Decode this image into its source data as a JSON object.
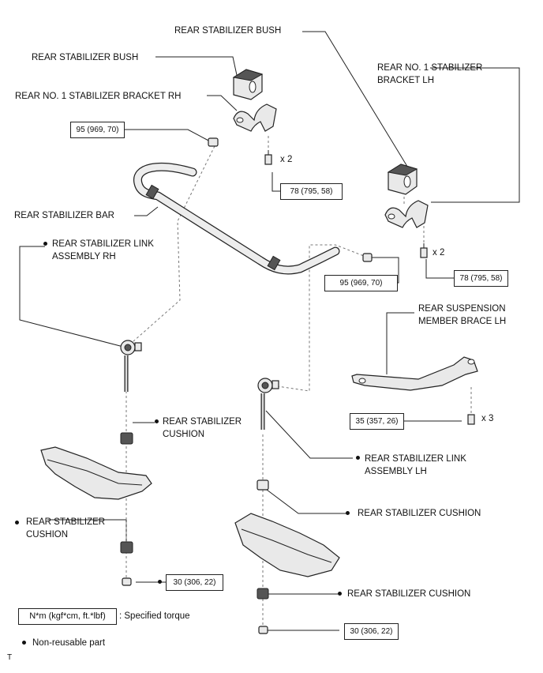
{
  "labels": {
    "bush_top": "REAR STABILIZER BUSH",
    "bush_left": "REAR STABILIZER BUSH",
    "bracket_rh": "REAR NO. 1 STABILIZER BRACKET RH",
    "bracket_lh_line1": "REAR NO. 1 STABILIZER",
    "bracket_lh_line2": "BRACKET LH",
    "bar": "REAR STABILIZER BAR",
    "link_rh_line1": "REAR STABILIZER LINK",
    "link_rh_line2": "ASSEMBLY RH",
    "brace_line1": "REAR SUSPENSION",
    "brace_line2": "MEMBER BRACE LH",
    "cushion_rh_upper_line1": "REAR STABILIZER",
    "cushion_rh_upper_line2": "CUSHION",
    "cushion_rh_lower_line1": "REAR STABILIZER",
    "cushion_rh_lower_line2": "CUSHION",
    "link_lh_line1": "REAR STABILIZER LINK",
    "link_lh_line2": "ASSEMBLY LH",
    "cushion_lh_upper": "REAR STABILIZER CUSHION",
    "cushion_lh_lower": "REAR STABILIZER CUSHION"
  },
  "torques": {
    "nut_rh_top": "95 (969, 70)",
    "bolt_bracket_rh": "78 (795, 58)",
    "bolt_bracket_lh": "78 (795, 58)",
    "nut_lh_top": "95 (969, 70)",
    "bolt_brace": "35 (357, 26)",
    "nut_rh_bottom": "30 (306, 22)",
    "nut_lh_bottom": "30 (306, 22)"
  },
  "quantities": {
    "bracket_rh_bolts": "x 2",
    "bracket_lh_bolts": "x 2",
    "brace_bolts": "x 3"
  },
  "legend": {
    "torque_unit": "N*m (kgf*cm, ft.*lbf)",
    "torque_desc": ": Specified torque",
    "nonreusable": "Non-reusable part"
  },
  "corner_mark": "T"
}
